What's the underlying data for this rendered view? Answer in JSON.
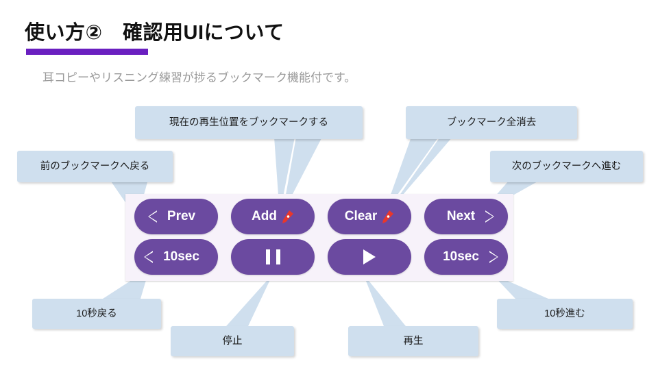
{
  "slide": {
    "title": "使い方②　確認用UIについて",
    "subtitle": "耳コピーやリスニング練習が捗るブックマーク機能付です。",
    "accent_color": "#6A1FC0",
    "callout_fill": "#cfdfee",
    "button_color": "#6B4AA0",
    "panel_color": "#f7f2fa",
    "bookmark_icon_color": "#e8372c"
  },
  "player": {
    "top_row": [
      {
        "id": "prev",
        "label": "Prev",
        "icon": "triangle-left-outline"
      },
      {
        "id": "add",
        "label": "Add",
        "icon": "bookmark-add"
      },
      {
        "id": "clear",
        "label": "Clear",
        "icon": "bookmark-clear"
      },
      {
        "id": "next",
        "label": "Next",
        "icon": "triangle-right-outline"
      }
    ],
    "bottom_row": [
      {
        "id": "back10",
        "label": "10sec",
        "icon": "triangle-left-outline"
      },
      {
        "id": "pause",
        "label": "",
        "icon": "pause"
      },
      {
        "id": "play",
        "label": "",
        "icon": "play"
      },
      {
        "id": "fwd10",
        "label": "10sec",
        "icon": "triangle-right-outline"
      }
    ]
  },
  "callouts": {
    "add": "現在の再生位置をブックマークする",
    "clear": "ブックマーク全消去",
    "prev": "前のブックマークへ戻る",
    "next": "次のブックマークへ進む",
    "back10": "10秒戻る",
    "stop": "停止",
    "play": "再生",
    "fwd10": "10秒進む"
  }
}
